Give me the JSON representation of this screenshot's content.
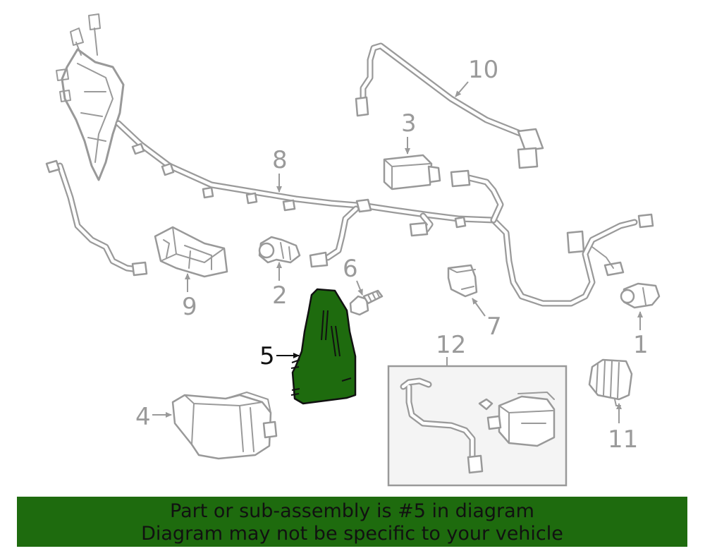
{
  "diagram": {
    "callouts": {
      "c1": "1",
      "c2": "2",
      "c3": "3",
      "c4": "4",
      "c5": "5",
      "c6": "6",
      "c7": "7",
      "c8": "8",
      "c9": "9",
      "c10": "10",
      "c11": "11",
      "c12": "12"
    },
    "highlight_part": "5",
    "colors": {
      "highlight": "#1e6b0e",
      "line_art": "#999999",
      "banner": "#1e6b0e"
    }
  },
  "banner": {
    "line1": "Part or sub-assembly is #5 in diagram",
    "line2": "Diagram may not be specific to your vehicle"
  }
}
